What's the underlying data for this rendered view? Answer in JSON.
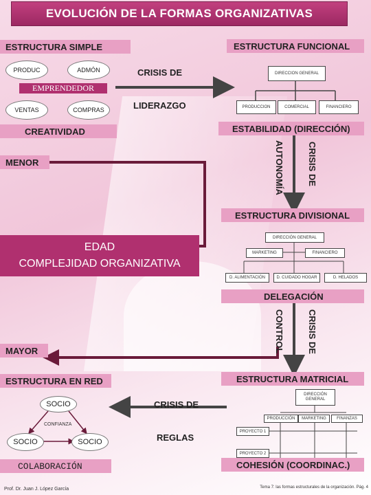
{
  "title": "EVOLUCIÓN DE LA FORMAS ORGANIZATIVAS",
  "simple": {
    "heading": "ESTRUCTURA SIMPLE",
    "produc": "PRODUC",
    "admon": "ADMÓN",
    "emprendedor": "EMPRENDEDOR",
    "ventas": "VENTAS",
    "compras": "COMPRAS",
    "creatividad": "CREATIVIDAD"
  },
  "crisis1": {
    "line1": "CRISIS DE",
    "line2": "LIDERAZGO"
  },
  "funcional": {
    "heading": "ESTRUCTURA FUNCIONAL",
    "top": "DIRECCION GENERAL",
    "children": [
      "PRODUCCION",
      "COMERCIAL",
      "FINANCIERO"
    ],
    "footer": "ESTABILIDAD (DIRECCIÓN)"
  },
  "menor": "MENOR",
  "mayor": "MAYOR",
  "crisis2": {
    "left": "AUTONOMÍA",
    "right": "CRISIS DE"
  },
  "divisional": {
    "heading": "ESTRUCTURA DIVISIONAL",
    "top": "DIRECCIÓN GENERAL",
    "mid": [
      "MARKETING",
      "FINANCIERO"
    ],
    "bottom": [
      "D. ALIMENTACIÓN",
      "D. CUIDADO HOGAR",
      "D. HELADOS"
    ],
    "footer": "DELEGACIÓN"
  },
  "edad": {
    "line1": "EDAD",
    "line2": "COMPLEJIDAD ORGANIZATIVA"
  },
  "crisis3": {
    "left": "CONTROL",
    "right": "CRISIS DE"
  },
  "red": {
    "heading": "ESTRUCTURA EN RED",
    "socio": "SOCIO",
    "confianza": "CONFIANZA",
    "footer": "COLABORACIÓN"
  },
  "crisis4": {
    "line1": "CRISIS DE",
    "line2": "REGLAS"
  },
  "matricial": {
    "heading": "ESTRUCTURA MATRICIAL",
    "top": "DIRECCIÓN GENERAL",
    "cols": [
      "PRODUCCIÓN",
      "MARKETING",
      "FINANZAS"
    ],
    "rows": [
      "PROYECTO 1",
      "PROYECTO 2"
    ],
    "footer": "COHESIÓN (COORDINAC.)"
  },
  "footer": {
    "author": "Prof. Dr. Juan J. López García",
    "source": "Tema 7: las formas estructurales de la organización. Pág. 4"
  },
  "colors": {
    "accent": "#e8a0c4",
    "title_bg": "#b0306f",
    "arrow": "#444444",
    "crisis_arrow": "#6a1b3a"
  }
}
